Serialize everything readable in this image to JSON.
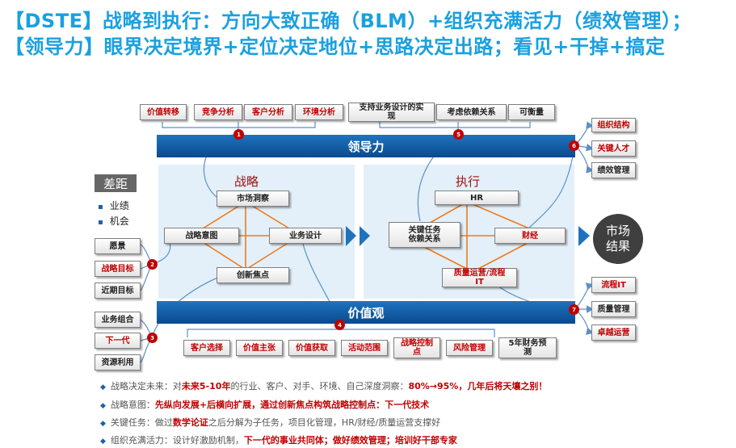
{
  "title": {
    "line1": "【DSTE】战略到执行：方向大致正确（BLM）+组织充满活力（绩效管理）；",
    "line2": "【领导力】眼界决定境界+定位决定地位+思路决定出路；看见+干掉+搞定"
  },
  "bands": {
    "leadership": "领导力",
    "values": "价值观"
  },
  "panels": {
    "strategy": "战略",
    "execution": "执行"
  },
  "gap": {
    "title": "差距",
    "items": [
      "业绩",
      "机会"
    ]
  },
  "strategy": {
    "market_insight": "市场洞察",
    "intent": "战略意图",
    "business_design": "业务设计",
    "innovation": "创新焦点"
  },
  "execution": {
    "hr": "HR",
    "key_tasks": "关键任务\n依赖关系",
    "finance": "财经",
    "quality": "质量运营/流程\nIT"
  },
  "top_boxes": {
    "value_transfer": "价值转移",
    "analysis": [
      "竞争分析",
      "客户分析",
      "环境分析"
    ],
    "exec": [
      "支持业务设计的实\n现",
      "考虑依赖关系",
      "可衡量"
    ]
  },
  "right_top": [
    "组织结构",
    "关键人才",
    "绩效管理"
  ],
  "right_bottom": [
    "流程IT",
    "质量管理",
    "卓越运营"
  ],
  "left_mid": [
    "愿景",
    "战略目标",
    "近期目标"
  ],
  "left_bottom": [
    "业务组合",
    "下一代",
    "资源利用"
  ],
  "bottom_boxes": [
    "客户选择",
    "价值主张",
    "价值获取",
    "活动范围",
    "战略控制\n点",
    "风险管理",
    "5年财务预\n测"
  ],
  "market_result": [
    "市场",
    "结果"
  ],
  "badges": [
    "1",
    "2",
    "3",
    "4",
    "5",
    "6",
    "7"
  ],
  "bullets": [
    [
      {
        "t": "战略决定未来：对",
        "h": false
      },
      {
        "t": "未来5-10年",
        "h": true
      },
      {
        "t": "的行业、客户、对手、环境、自己深度洞察：",
        "h": false
      },
      {
        "t": "80%→95%，几年后将天壤之别！",
        "h": true
      }
    ],
    [
      {
        "t": "战略意图：",
        "h": false
      },
      {
        "t": "先纵向发展+后横向扩展，通过创新焦点构筑战略控制点：下一代技术",
        "h": true
      }
    ],
    [
      {
        "t": "关键任务：做过",
        "h": false
      },
      {
        "t": "数学论证",
        "h": true
      },
      {
        "t": "之后分解为子任务，项目化管理，HR/财经/质量运营支撑好",
        "h": false
      }
    ],
    [
      {
        "t": "组织充满活力：设计好激励机制，",
        "h": false
      },
      {
        "t": "下一代的事业共同体；做好绩效管理；培训好干部专家",
        "h": true
      }
    ]
  ],
  "colors": {
    "title": "#1aa0e0",
    "band": "#1f73be",
    "accent": "#c00000",
    "panel": "#e3f0f9",
    "line": "#f07a1a"
  }
}
